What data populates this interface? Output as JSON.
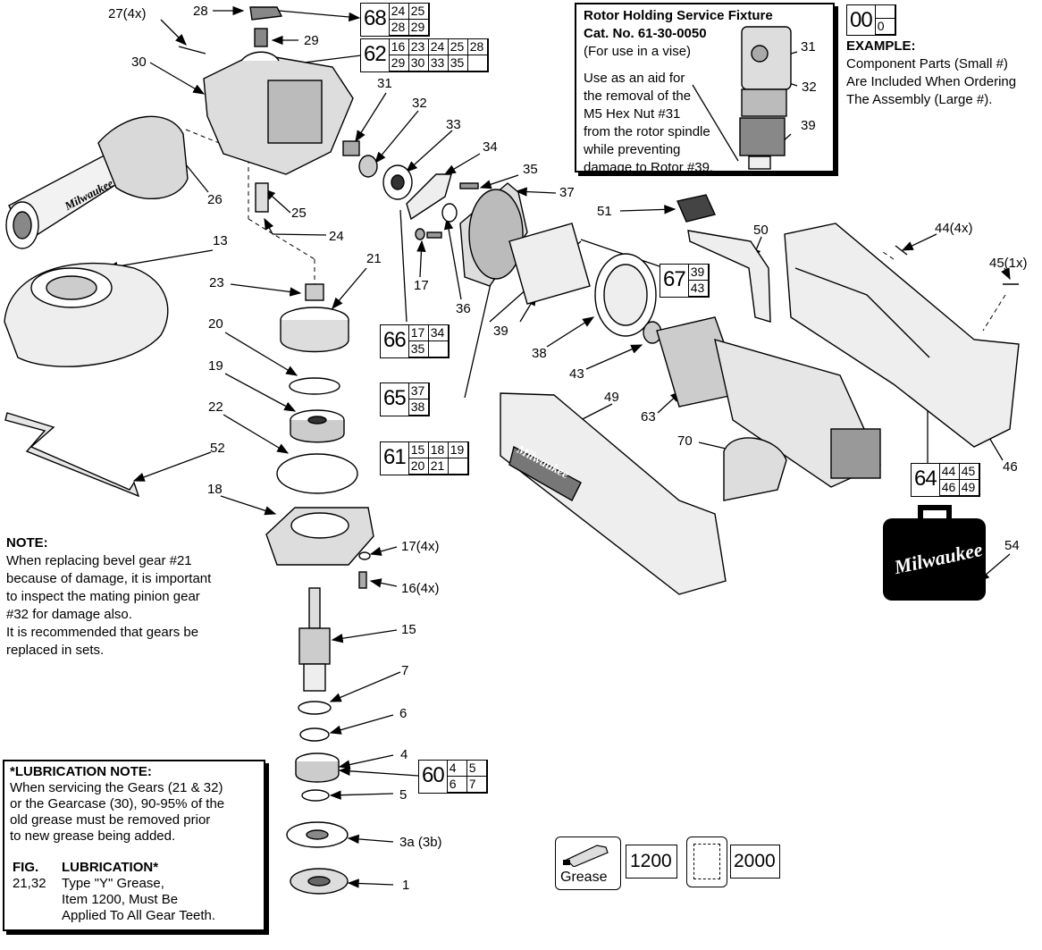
{
  "callouts": [
    {
      "id": "c27",
      "text": "27(4x)"
    },
    {
      "id": "c28",
      "text": "28"
    },
    {
      "id": "c29",
      "text": "29"
    },
    {
      "id": "c30",
      "text": "30"
    },
    {
      "id": "c31",
      "text": "31"
    },
    {
      "id": "c32",
      "text": "32"
    },
    {
      "id": "c33",
      "text": "33"
    },
    {
      "id": "c34",
      "text": "34"
    },
    {
      "id": "c35",
      "text": "35"
    },
    {
      "id": "c37",
      "text": "37"
    },
    {
      "id": "c26",
      "text": "26"
    },
    {
      "id": "c25",
      "text": "25"
    },
    {
      "id": "c24",
      "text": "24"
    },
    {
      "id": "c13",
      "text": "13"
    },
    {
      "id": "c23",
      "text": "23"
    },
    {
      "id": "c21",
      "text": "21"
    },
    {
      "id": "c20",
      "text": "20"
    },
    {
      "id": "c19",
      "text": "19"
    },
    {
      "id": "c22",
      "text": "22"
    },
    {
      "id": "c52",
      "text": "52"
    },
    {
      "id": "c18",
      "text": "18"
    },
    {
      "id": "c17x",
      "text": "17(4x)"
    },
    {
      "id": "c16x",
      "text": "16(4x)"
    },
    {
      "id": "c15",
      "text": "15"
    },
    {
      "id": "c7",
      "text": "7"
    },
    {
      "id": "c6",
      "text": "6"
    },
    {
      "id": "c4",
      "text": "4"
    },
    {
      "id": "c5",
      "text": "5"
    },
    {
      "id": "c3a",
      "text": "3a (3b)"
    },
    {
      "id": "c1",
      "text": "1"
    },
    {
      "id": "c17",
      "text": "17"
    },
    {
      "id": "c36",
      "text": "36"
    },
    {
      "id": "c39",
      "text": "39"
    },
    {
      "id": "c38",
      "text": "38"
    },
    {
      "id": "c43",
      "text": "43"
    },
    {
      "id": "c51",
      "text": "51"
    },
    {
      "id": "c50",
      "text": "50"
    },
    {
      "id": "c44",
      "text": "44(4x)"
    },
    {
      "id": "c45",
      "text": "45(1x)"
    },
    {
      "id": "c49",
      "text": "49"
    },
    {
      "id": "c63",
      "text": "63"
    },
    {
      "id": "c70",
      "text": "70"
    },
    {
      "id": "c46",
      "text": "46"
    },
    {
      "id": "c54",
      "text": "54"
    },
    {
      "id": "r31",
      "text": "31"
    },
    {
      "id": "r32",
      "text": "32"
    },
    {
      "id": "r39",
      "text": "39"
    }
  ],
  "assemblies": [
    {
      "id": "a68",
      "big": "68",
      "cols": 2,
      "cells": [
        "24",
        "25",
        "28",
        "29"
      ]
    },
    {
      "id": "a62",
      "big": "62",
      "cols": 5,
      "cells": [
        "16",
        "23",
        "24",
        "25",
        "28",
        "29",
        "30",
        "33",
        "35",
        ""
      ]
    },
    {
      "id": "a67",
      "big": "67",
      "cols": 1,
      "cells": [
        "39",
        "43"
      ]
    },
    {
      "id": "a66",
      "big": "66",
      "cols": 2,
      "cells": [
        "17",
        "34",
        "35",
        ""
      ]
    },
    {
      "id": "a65",
      "big": "65",
      "cols": 1,
      "cells": [
        "37",
        "38"
      ]
    },
    {
      "id": "a61",
      "big": "61",
      "cols": 3,
      "cells": [
        "15",
        "18",
        "19",
        "20",
        "21",
        ""
      ]
    },
    {
      "id": "a60",
      "big": "60",
      "cols": 2,
      "cells": [
        "4",
        "5",
        "6",
        "7"
      ]
    },
    {
      "id": "a64",
      "big": "64",
      "cols": 2,
      "cells": [
        "44",
        "45",
        "46",
        "49"
      ]
    }
  ],
  "rotor_box": {
    "title1": "Rotor Holding Service Fixture",
    "title2": "Cat. No. 61-30-0050",
    "lines": [
      "(For use in a vise)",
      "",
      "Use as an aid for",
      "the removal of the",
      "M5 Hex Nut #31",
      "from the rotor spindle",
      "while preventing",
      "damage to Rotor #39."
    ]
  },
  "example": {
    "big": "00",
    "small": "0",
    "title": "EXAMPLE:",
    "lines": [
      "Component Parts (Small #)",
      "Are Included When Ordering",
      "The Assembly (Large #)."
    ]
  },
  "note": {
    "title": "NOTE:",
    "lines": [
      "When replacing bevel gear #21",
      "because of damage, it is important",
      "to inspect the mating pinion gear",
      "#32 for damage also.",
      "It is recommended that gears be",
      "replaced in sets."
    ]
  },
  "lubrication": {
    "title": "*LUBRICATION NOTE:",
    "lines": [
      "When servicing the Gears (21 & 32)",
      "or the Gearcase (30), 90-95% of the",
      "old grease must be removed prior",
      "to new grease being added."
    ],
    "col1_head": "FIG.",
    "col2_head": "LUBRICATION*",
    "col1": "21,32",
    "col2_lines": [
      "Type \"Y\" Grease,",
      "Item 1200, Must Be",
      "Applied To All Gear Teeth."
    ]
  },
  "legend": {
    "grease_label": "Grease",
    "item1": "1200",
    "item2": "2000"
  },
  "brand": "Milwaukee"
}
